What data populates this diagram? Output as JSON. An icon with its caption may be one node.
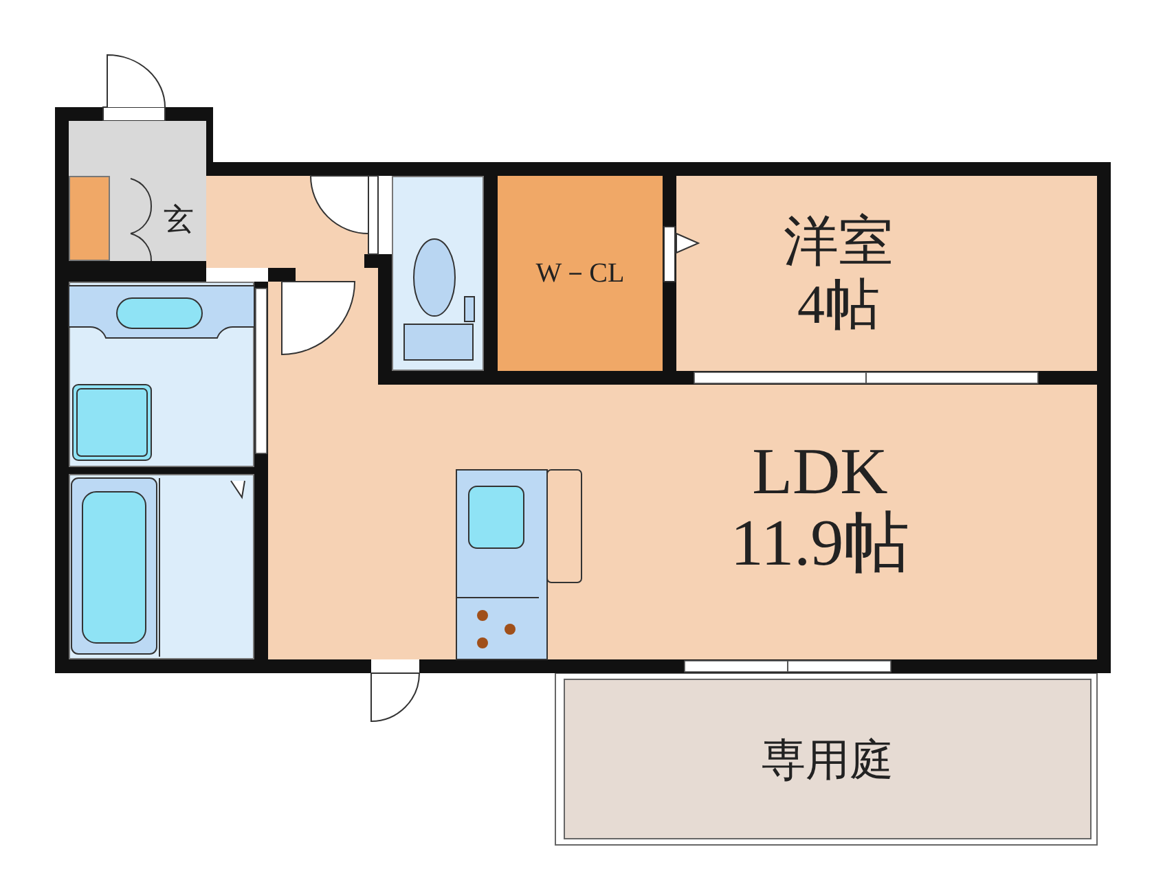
{
  "diagram": {
    "nodes": [
      {
        "text": [
          "玄"
        ]
      },
      {
        "text": [],
        "shape": "box",
        "in": 0
      },
      {
        "text": [],
        "shape": "box"
      },
      {
        "text": [
          "W－CL"
        ]
      },
      {
        "text": [
          "洋室",
          "4帖"
        ]
      },
      {
        "text": [],
        "shape": "box"
      },
      {
        "text": [
          "LDK",
          "11.9帖"
        ]
      },
      {
        "text": [],
        "shape": "box"
      },
      {
        "text": [
          "専用庭"
        ]
      }
    ]
  }
}
